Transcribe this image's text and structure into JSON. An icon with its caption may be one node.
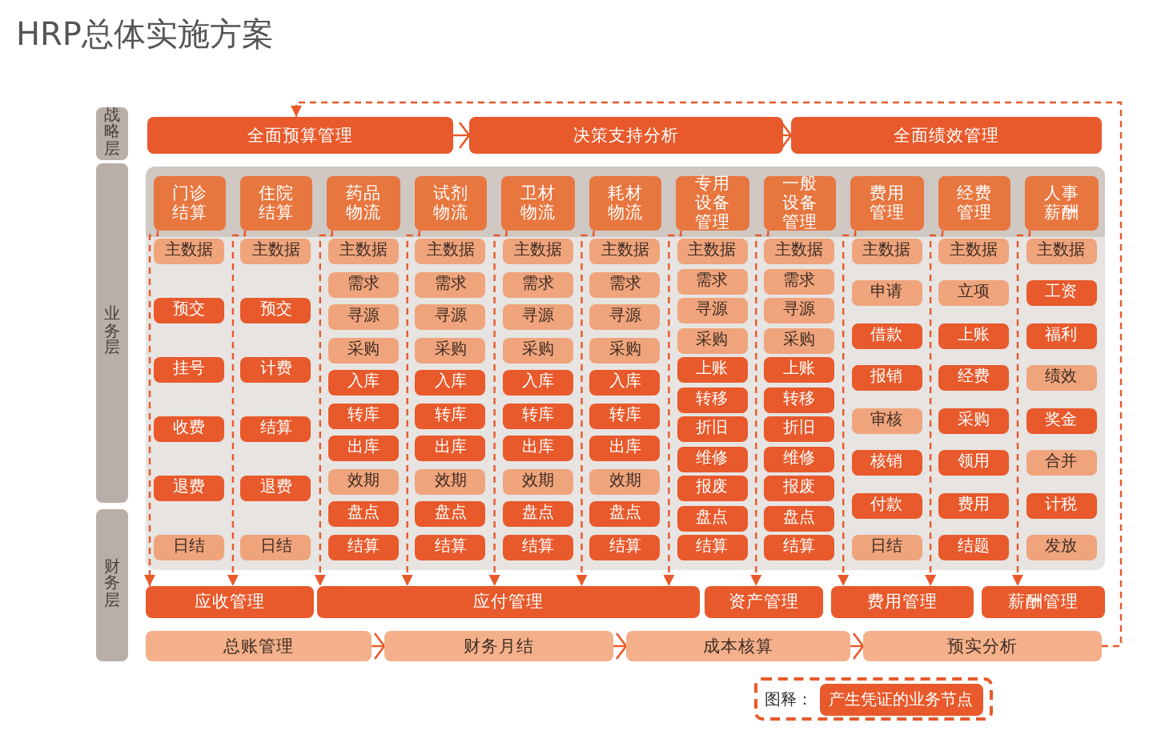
{
  "diagram": {
    "title": "HRP总体实施方案",
    "nodes": [
      {
        "text": [
          "战略层"
        ]
      },
      {
        "text": [
          "全面预算管理"
        ]
      },
      {
        "text": [
          "决策支持分析"
        ]
      },
      {
        "text": [
          "全面绩效管理"
        ]
      },
      {
        "text": [
          "业务层"
        ]
      },
      {
        "text": [
          "门诊结算"
        ]
      },
      {
        "text": [
          "住院结算"
        ]
      },
      {
        "text": [
          "药品物流"
        ]
      },
      {
        "text": [
          "试剂物流"
        ]
      },
      {
        "text": [
          "卫材物流"
        ]
      },
      {
        "text": [
          "耗材物流"
        ]
      },
      {
        "text": [
          "专用设备管理"
        ]
      },
      {
        "text": [
          "一般设备管理"
        ]
      },
      {
        "text": [
          "费用管理"
        ]
      },
      {
        "text": [
          "经费管理"
        ]
      },
      {
        "text": [
          "人事薪酬"
        ]
      },
      {
        "text": [
          "主数据"
        ]
      },
      {
        "text": [
          "预交"
        ]
      },
      {
        "text": [
          "挂号"
        ]
      },
      {
        "text": [
          "收费"
        ]
      },
      {
        "text": [
          "退费"
        ]
      },
      {
        "text": [
          "日结"
        ]
      },
      {
        "text": [
          "主数据"
        ]
      },
      {
        "text": [
          "预交"
        ]
      },
      {
        "text": [
          "计费"
        ]
      },
      {
        "text": [
          "结算"
        ]
      },
      {
        "text": [
          "退费"
        ]
      },
      {
        "text": [
          "日结"
        ]
      },
      {
        "text": [
          "主数据"
        ]
      },
      {
        "text": [
          "需求"
        ]
      },
      {
        "text": [
          "寻源"
        ]
      },
      {
        "text": [
          "采购"
        ]
      },
      {
        "text": [
          "入库"
        ]
      },
      {
        "text": [
          "转库"
        ]
      },
      {
        "text": [
          "出库"
        ]
      },
      {
        "text": [
          "效期"
        ]
      },
      {
        "text": [
          "盘点"
        ]
      },
      {
        "text": [
          "结算"
        ]
      },
      {
        "text": [
          "主数据"
        ]
      },
      {
        "text": [
          "需求"
        ]
      },
      {
        "text": [
          "寻源"
        ]
      },
      {
        "text": [
          "采购"
        ]
      },
      {
        "text": [
          "入库"
        ]
      },
      {
        "text": [
          "转库"
        ]
      },
      {
        "text": [
          "出库"
        ]
      },
      {
        "text": [
          "效期"
        ]
      },
      {
        "text": [
          "盘点"
        ]
      },
      {
        "text": [
          "结算"
        ]
      },
      {
        "text": [
          "主数据"
        ]
      },
      {
        "text": [
          "需求"
        ]
      },
      {
        "text": [
          "寻源"
        ]
      },
      {
        "text": [
          "采购"
        ]
      },
      {
        "text": [
          "入库"
        ]
      },
      {
        "text": [
          "转库"
        ]
      },
      {
        "text": [
          "出库"
        ]
      },
      {
        "text": [
          "效期"
        ]
      },
      {
        "text": [
          "盘点"
        ]
      },
      {
        "text": [
          "结算"
        ]
      },
      {
        "text": [
          "主数据"
        ]
      },
      {
        "text": [
          "需求"
        ]
      },
      {
        "text": [
          "寻源"
        ]
      },
      {
        "text": [
          "采购"
        ]
      },
      {
        "text": [
          "入库"
        ]
      },
      {
        "text": [
          "转库"
        ]
      },
      {
        "text": [
          "出库"
        ]
      },
      {
        "text": [
          "效期"
        ]
      },
      {
        "text": [
          "盘点"
        ]
      },
      {
        "text": [
          "结算"
        ]
      },
      {
        "text": [
          "主数据"
        ]
      },
      {
        "text": [
          "需求"
        ]
      },
      {
        "text": [
          "寻源"
        ]
      },
      {
        "text": [
          "采购"
        ]
      },
      {
        "text": [
          "上账"
        ]
      },
      {
        "text": [
          "转移"
        ]
      },
      {
        "text": [
          "折旧"
        ]
      },
      {
        "text": [
          "维修"
        ]
      },
      {
        "text": [
          "报废"
        ]
      },
      {
        "text": [
          "盘点"
        ]
      },
      {
        "text": [
          "结算"
        ]
      },
      {
        "text": [
          "主数据"
        ]
      },
      {
        "text": [
          "需求"
        ]
      },
      {
        "text": [
          "寻源"
        ]
      },
      {
        "text": [
          "采购"
        ]
      },
      {
        "text": [
          "上账"
        ]
      },
      {
        "text": [
          "转移"
        ]
      },
      {
        "text": [
          "折旧"
        ]
      },
      {
        "text": [
          "维修"
        ]
      },
      {
        "text": [
          "报废"
        ]
      },
      {
        "text": [
          "盘点"
        ]
      },
      {
        "text": [
          "结算"
        ]
      },
      {
        "text": [
          "主数据"
        ]
      },
      {
        "text": [
          "申请"
        ]
      },
      {
        "text": [
          "借款"
        ]
      },
      {
        "text": [
          "报销"
        ]
      },
      {
        "text": [
          "审核"
        ]
      },
      {
        "text": [
          "核销"
        ]
      },
      {
        "text": [
          "付款"
        ]
      },
      {
        "text": [
          "日结"
        ]
      },
      {
        "text": [
          "主数据"
        ]
      },
      {
        "text": [
          "立项"
        ]
      },
      {
        "text": [
          "上账"
        ]
      },
      {
        "text": [
          "经费"
        ]
      },
      {
        "text": [
          "采购"
        ]
      },
      {
        "text": [
          "领用"
        ]
      },
      {
        "text": [
          "费用"
        ]
      },
      {
        "text": [
          "结题"
        ]
      },
      {
        "text": [
          "主数据"
        ]
      },
      {
        "text": [
          "工资"
        ]
      },
      {
        "text": [
          "福利"
        ]
      },
      {
        "text": [
          "绩效"
        ]
      },
      {
        "text": [
          "奖金"
        ]
      },
      {
        "text": [
          "合并"
        ]
      },
      {
        "text": [
          "计税"
        ]
      },
      {
        "text": [
          "发放"
        ]
      },
      {
        "text": [
          "财务层"
        ]
      },
      {
        "text": [
          "应收管理"
        ]
      },
      {
        "text": [
          "应付管理"
        ]
      },
      {
        "text": [
          "资产管理"
        ]
      },
      {
        "text": [
          "费用管理"
        ]
      },
      {
        "text": [
          "薪酬管理"
        ]
      },
      {
        "text": [
          "总账管理"
        ]
      },
      {
        "text": [
          "财务月结"
        ]
      },
      {
        "text": [
          "成本核算"
        ]
      },
      {
        "text": [
          "预实分析"
        ]
      }
    ],
    "edges": [
      {
        "from": 1,
        "to": 2,
        "arrow": "to"
      },
      {
        "from": 2,
        "to": 3,
        "arrow": "to"
      },
      {
        "from": 5,
        "to": 115,
        "arrow": "to",
        "style": "dashed"
      },
      {
        "from": 6,
        "to": 115,
        "arrow": "to",
        "style": "dashed"
      },
      {
        "from": 7,
        "to": 116,
        "arrow": "to",
        "style": "dashed"
      },
      {
        "from": 8,
        "to": 116,
        "arrow": "to",
        "style": "dashed"
      },
      {
        "from": 9,
        "to": 116,
        "arrow": "to",
        "style": "dashed"
      },
      {
        "from": 10,
        "to": 116,
        "arrow": "to",
        "style": "dashed"
      },
      {
        "from": 11,
        "to": 117,
        "arrow": "to",
        "style": "dashed"
      },
      {
        "from": 12,
        "to": 117,
        "arrow": "to",
        "style": "dashed"
      },
      {
        "from": 13,
        "to": 118,
        "arrow": "to",
        "style": "dashed"
      },
      {
        "from": 14,
        "to": 118,
        "arrow": "to",
        "style": "dashed"
      },
      {
        "from": 15,
        "to": 119,
        "arrow": "to",
        "style": "dashed"
      },
      {
        "from": 120,
        "to": 121,
        "arrow": "to"
      },
      {
        "from": 121,
        "to": 122,
        "arrow": "to"
      },
      {
        "from": 122,
        "to": 123,
        "arrow": "to"
      },
      {
        "from": 123,
        "to": 1,
        "arrow": "to",
        "style": "dashed"
      }
    ],
    "labels": [
      "图释："
    ],
    "legend": [
      {
        "text": "产生凭证的业务节点",
        "color": "#e8592b"
      }
    ]
  }
}
